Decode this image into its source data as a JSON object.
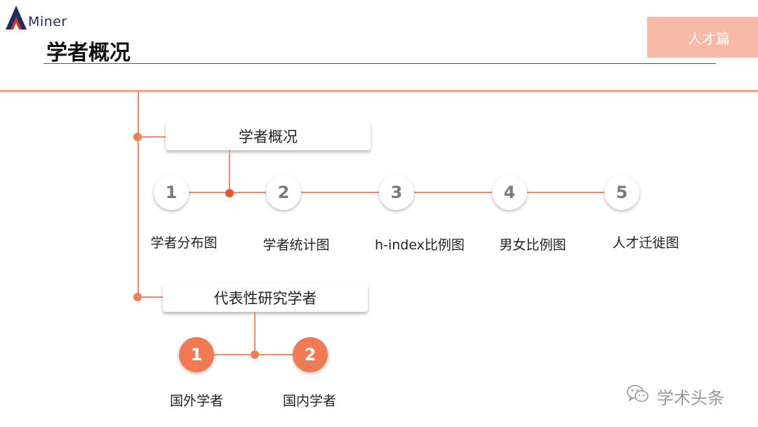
{
  "header": {
    "logo_text": "Miner",
    "logo_icon": "aminer-logo-icon",
    "title": "学者概况",
    "section_badge": "人才篇"
  },
  "sections": [
    {
      "title": "学者概况",
      "items": [
        {
          "number": "1",
          "label": "学者分布图"
        },
        {
          "number": "2",
          "label": "学者统计图"
        },
        {
          "number": "3",
          "label": "h-index比例图"
        },
        {
          "number": "4",
          "label": "男女比例图"
        },
        {
          "number": "5",
          "label": "人才迁徙图"
        }
      ]
    },
    {
      "title": "代表性研究学者",
      "items": [
        {
          "number": "1",
          "label": "国外学者"
        },
        {
          "number": "2",
          "label": "国内学者"
        }
      ]
    }
  ],
  "watermark": {
    "text": "学术头条",
    "icon": "wechat-icon"
  },
  "colors": {
    "accent": "#f27a52",
    "badge": "#f8b9a6",
    "line": "#f08a68"
  }
}
